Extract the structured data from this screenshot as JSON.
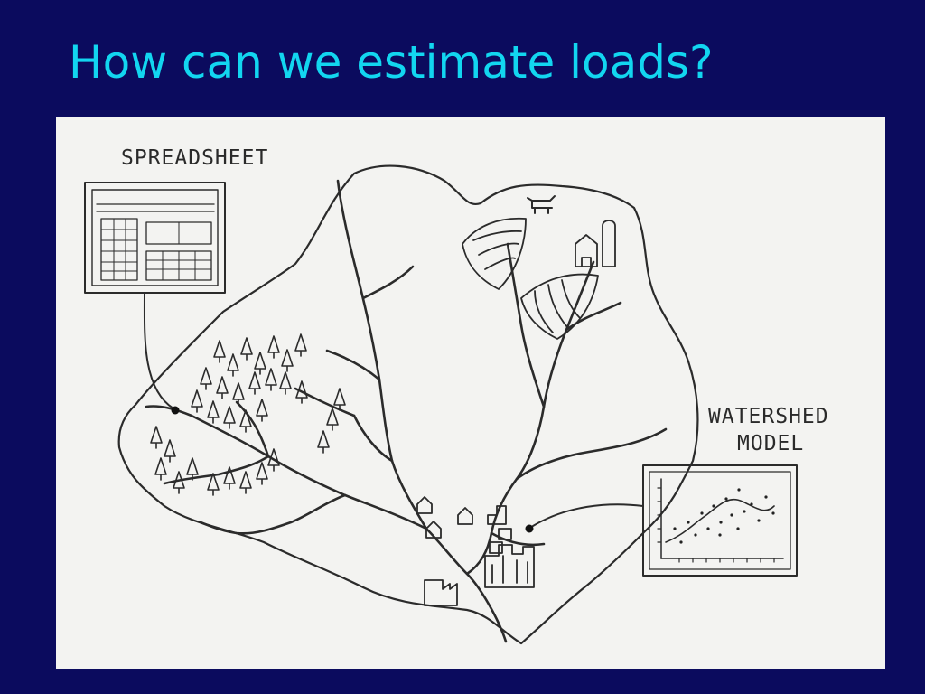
{
  "slide": {
    "title": "How can we estimate loads?"
  },
  "illustration": {
    "labels": {
      "spreadsheet": "SPREADSHEET",
      "watershed_line1": "WATERSHED",
      "watershed_line2": "MODEL"
    }
  }
}
